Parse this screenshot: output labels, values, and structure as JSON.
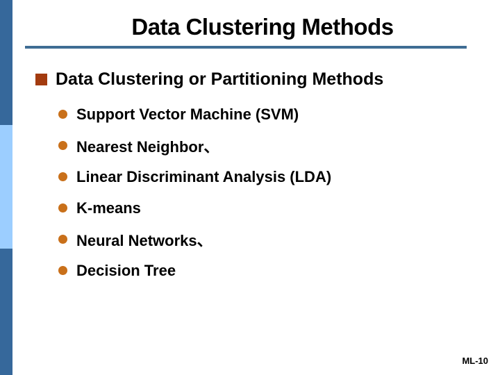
{
  "slide": {
    "title": "Data Clustering Methods",
    "heading": "Data Clustering or Partitioning Methods",
    "sub_bullets": [
      "Support Vector Machine (SVM)",
      "Nearest Neighbor、",
      "Linear Discriminant Analysis (LDA)",
      "K-means",
      "Neural Networks、",
      "Decision Tree"
    ],
    "page_label": "ML-10",
    "colors": {
      "accent_bar_dark": "#36689B",
      "accent_bar_light": "#9CCEFF",
      "title_rule": "#3F6D94",
      "square_bullet": "#A33B0F",
      "round_bullet": "#C9701A",
      "text": "#000000",
      "background": "#FFFFFF"
    }
  }
}
